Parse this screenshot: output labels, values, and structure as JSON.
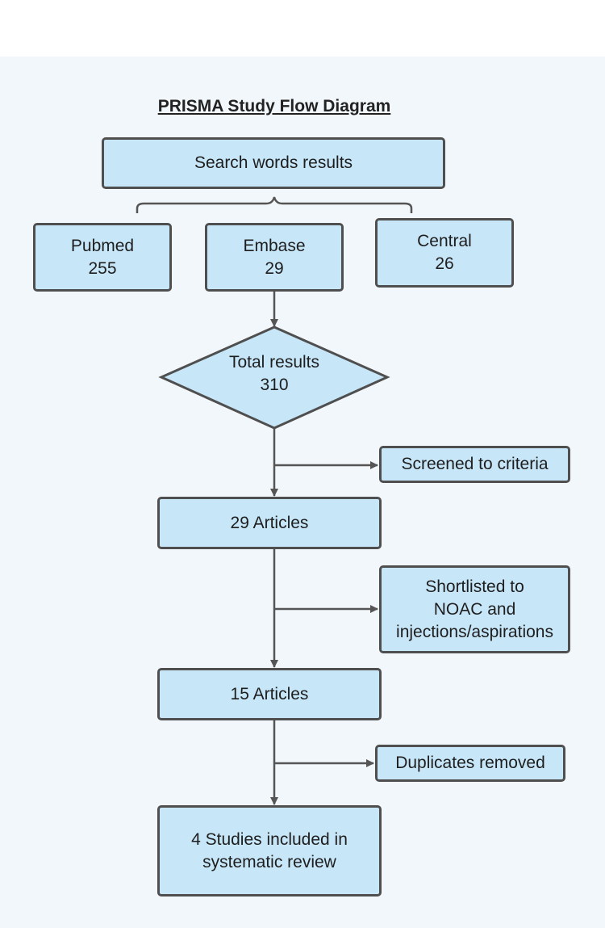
{
  "diagram": {
    "title": "PRISMA Study Flow Diagram",
    "search": "Search words results",
    "sources": [
      {
        "name": "Pubmed",
        "count": "255"
      },
      {
        "name": "Embase",
        "count": "29"
      },
      {
        "name": "Central",
        "count": "26"
      }
    ],
    "total": {
      "label": "Total results",
      "count": "310"
    },
    "screened": "Screened to criteria",
    "articles_1": "29 Articles",
    "shortlist": [
      "Shortlisted to",
      "NOAC and",
      "injections/aspirations"
    ],
    "articles_2": "15 Articles",
    "duplicates": "Duplicates removed",
    "final": [
      "4 Studies included in",
      "systematic review"
    ]
  },
  "colors": {
    "box_fill": "#c7e6f8",
    "border": "#4f4f4f",
    "background": "#f2f7fb"
  }
}
